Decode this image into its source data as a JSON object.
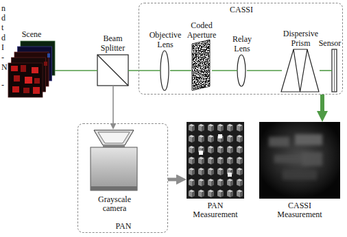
{
  "diagram": {
    "nodes": [
      {
        "text": [
          "Scene"
        ]
      },
      {
        "text": [
          "Beam Splitter"
        ]
      },
      {
        "text": [
          "CASSI"
        ]
      },
      {
        "text": [
          "Objective Lens"
        ],
        "in": 2
      },
      {
        "text": [
          "Coded Aperture"
        ],
        "in": 2
      },
      {
        "text": [
          "Relay Lens"
        ],
        "in": 2
      },
      {
        "text": [
          "Dispersive Prism"
        ],
        "in": 2
      },
      {
        "text": [
          "Sensor"
        ],
        "in": 2
      },
      {
        "text": [
          "PAN"
        ]
      },
      {
        "text": [
          "Grayscale camera"
        ],
        "in": 8
      },
      {
        "text": [
          "PAN Measurement"
        ]
      },
      {
        "text": [
          "CASSI Measurement"
        ]
      }
    ],
    "edges": [
      {
        "from": 0,
        "to": 1,
        "arrow": "none"
      },
      {
        "from": 1,
        "to": 3,
        "arrow": "none"
      },
      {
        "from": 3,
        "to": 4,
        "arrow": "none"
      },
      {
        "from": 4,
        "to": 5,
        "arrow": "none"
      },
      {
        "from": 5,
        "to": 6,
        "arrow": "none"
      },
      {
        "from": 6,
        "to": 7,
        "arrow": "none"
      },
      {
        "from": 1,
        "to": 9,
        "arrow": "to"
      },
      {
        "from": 8,
        "to": 10,
        "arrow": "to"
      },
      {
        "from": 2,
        "to": 11,
        "arrow": "to"
      }
    ],
    "labels": [
      "n",
      "d",
      "t",
      "d",
      "I",
      "-",
      "N",
      "-"
    ]
  }
}
